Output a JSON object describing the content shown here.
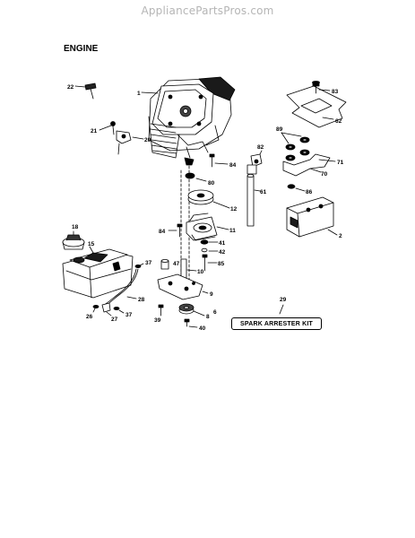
{
  "watermark": "AppliancePartsPros.com",
  "heading": "ENGINE",
  "callouts": {
    "p1": "1",
    "p2": "2",
    "p6": "6",
    "p8": "8",
    "p9": "9",
    "p10": "10",
    "p11": "11",
    "p12": "12",
    "p15": "15",
    "p18": "18",
    "p20": "20",
    "p21": "21",
    "p22": "22",
    "p26": "26",
    "p27": "27",
    "p28": "28",
    "p29": "29",
    "p37a": "37",
    "p37b": "37",
    "p39": "39",
    "p40": "40",
    "p41": "41",
    "p42": "42",
    "p47": "47",
    "p61": "61",
    "p62": "62",
    "p70": "70",
    "p71": "71",
    "p80": "80",
    "p82": "82",
    "p83": "83",
    "p84a": "84",
    "p84b": "84",
    "p85": "85",
    "p86": "86",
    "p89": "89"
  },
  "kit_label": "SPARK ARRESTER KIT"
}
